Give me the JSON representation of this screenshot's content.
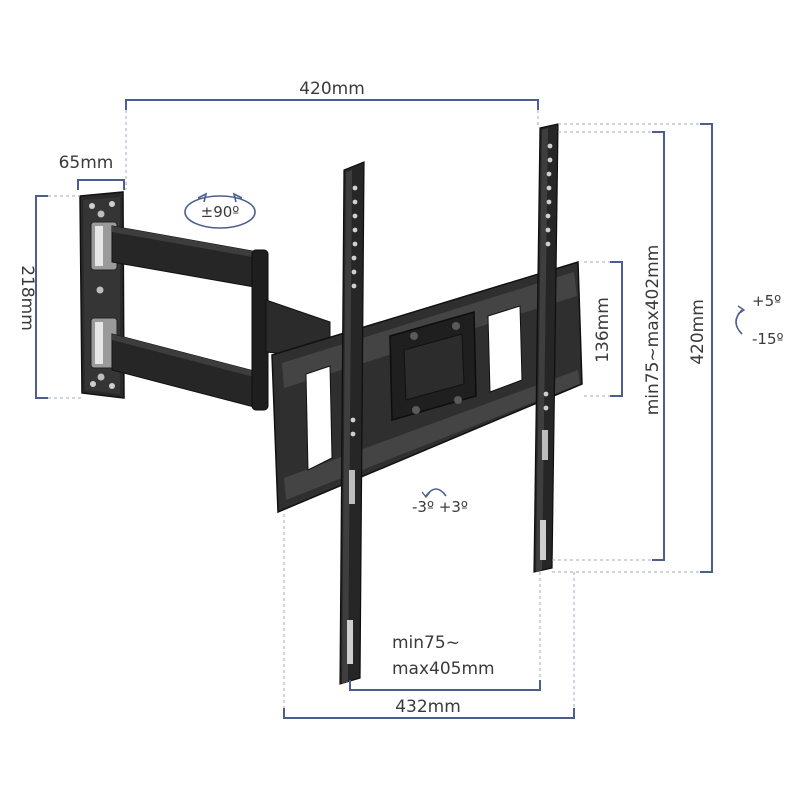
{
  "colors": {
    "dimension_line": "#4a5f8e",
    "dashed_guide": "#9fa8c0",
    "bracket_dark": "#1f1f1f",
    "bracket_mid": "#2e2e2e",
    "bracket_light": "#555555",
    "text": "#3a3a3a"
  },
  "dimensions": {
    "top_width": "420mm",
    "plate_width": "65mm",
    "plate_height": "218mm",
    "swivel": "±90º",
    "rail_height": "136mm",
    "vertical_vesa": "min75~max402mm",
    "total_height": "420mm",
    "tilt_up": "+5º",
    "tilt_down": "-15º",
    "level_adjust": "-3º +3º",
    "horizontal_vesa_line1": "min75~",
    "horizontal_vesa_line2": "max405mm",
    "bottom_width": "432mm"
  }
}
